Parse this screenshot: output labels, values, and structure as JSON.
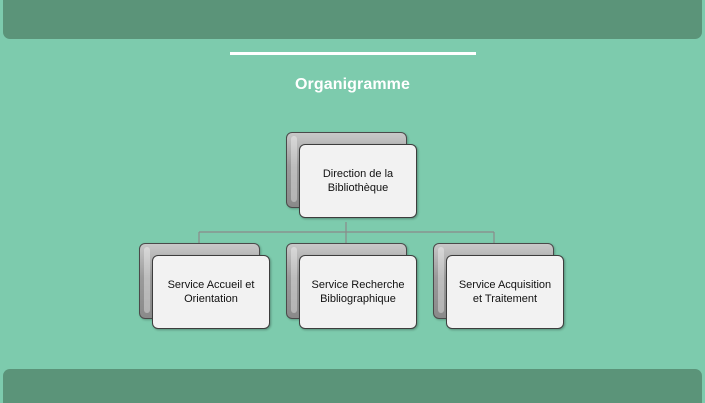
{
  "title": "Organigramme",
  "root": {
    "line1": "Direction de la",
    "line2": "Bibliothèque"
  },
  "children": [
    {
      "line1": "Service Accueil et",
      "line2": "Orientation"
    },
    {
      "line1": "Service Recherche",
      "line2": "Bibliographique"
    },
    {
      "line1": "Service Acquisition",
      "line2": "et Traitement"
    }
  ],
  "colors": {
    "background": "#7dcbad",
    "band": "#5b9479",
    "connector": "#8a8a8a",
    "node_fill": "#f2f2f2"
  }
}
